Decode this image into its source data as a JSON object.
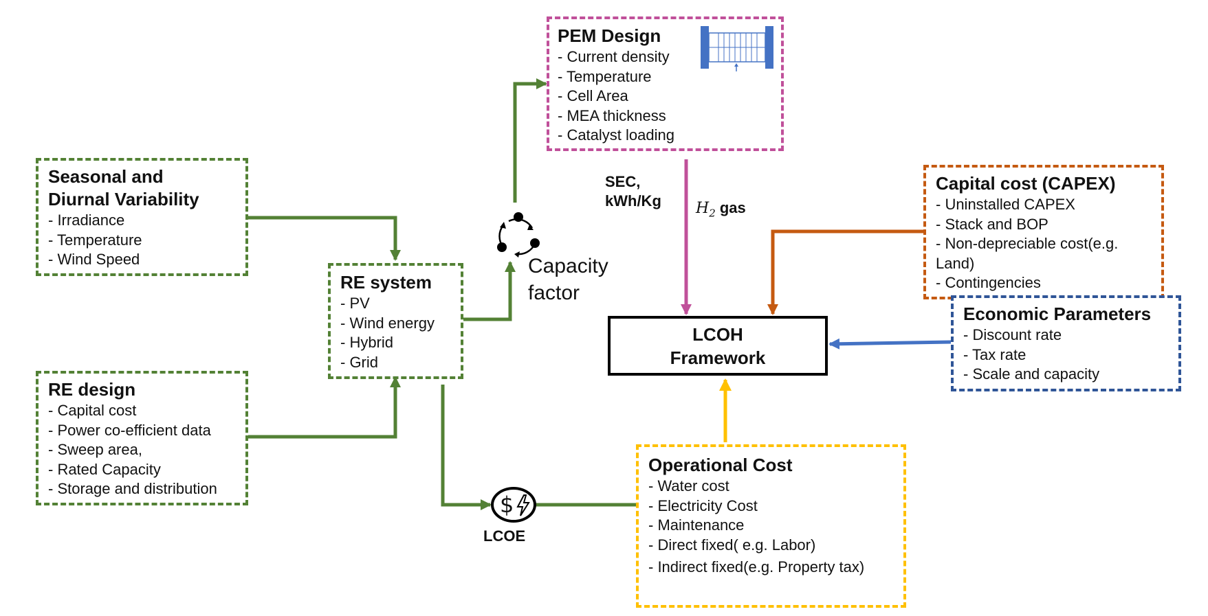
{
  "pem_design": {
    "title": "PEM Design",
    "items": [
      "- Current density",
      "- Temperature",
      "- Cell Area",
      "- MEA thickness",
      "- Catalyst loading"
    ]
  },
  "seasonal": {
    "title": "Seasonal and\nDiurnal Variability",
    "items": [
      "- Irradiance",
      "- Temperature",
      "- Wind Speed"
    ]
  },
  "re_system": {
    "title": "RE system",
    "items": [
      "- PV",
      "- Wind energy",
      "- Hybrid",
      "- Grid"
    ]
  },
  "re_design": {
    "title": "RE design",
    "items": [
      "- Capital cost",
      "- Power co-efficient data",
      "- Sweep area,",
      "- Rated Capacity",
      "- Storage and distribution"
    ]
  },
  "capacity_factor": {
    "label": "Capacity\nfactor"
  },
  "sec_label": "SEC,\nkWh/Kg",
  "h2_label": {
    "symbol": "H",
    "subscript": "2",
    "text": " gas"
  },
  "capex": {
    "title": "Capital cost (CAPEX)",
    "items": [
      "- Uninstalled CAPEX",
      "- Stack and BOP",
      "- Non-depreciable cost(e.g.\nLand)",
      "- Contingencies"
    ]
  },
  "economic": {
    "title": "Economic Parameters",
    "items": [
      "- Discount rate",
      "- Tax rate",
      "- Scale and capacity"
    ]
  },
  "lcoh": {
    "line1": "LCOH",
    "line2": "Framework"
  },
  "operational": {
    "title": "Operational Cost",
    "items": [
      "- Water cost",
      "- Electricity Cost",
      "- Maintenance",
      "- Direct fixed( e.g. Labor)",
      "- Indirect fixed(e.g. Property tax)"
    ]
  },
  "lcoe": {
    "label": "LCOE",
    "glyph": "$"
  },
  "colors": {
    "green": "#538135",
    "pink": "#c0509a",
    "orange": "#c55a11",
    "blue_border": "#2f5597",
    "blue_arrow": "#4472c4",
    "yellow": "#ffc000",
    "electrolyzer": "#4472c4",
    "header": "#2f5597"
  },
  "icons": [
    "cycle-icon",
    "electrolyzer-icon",
    "dollar-lightning-icon"
  ]
}
